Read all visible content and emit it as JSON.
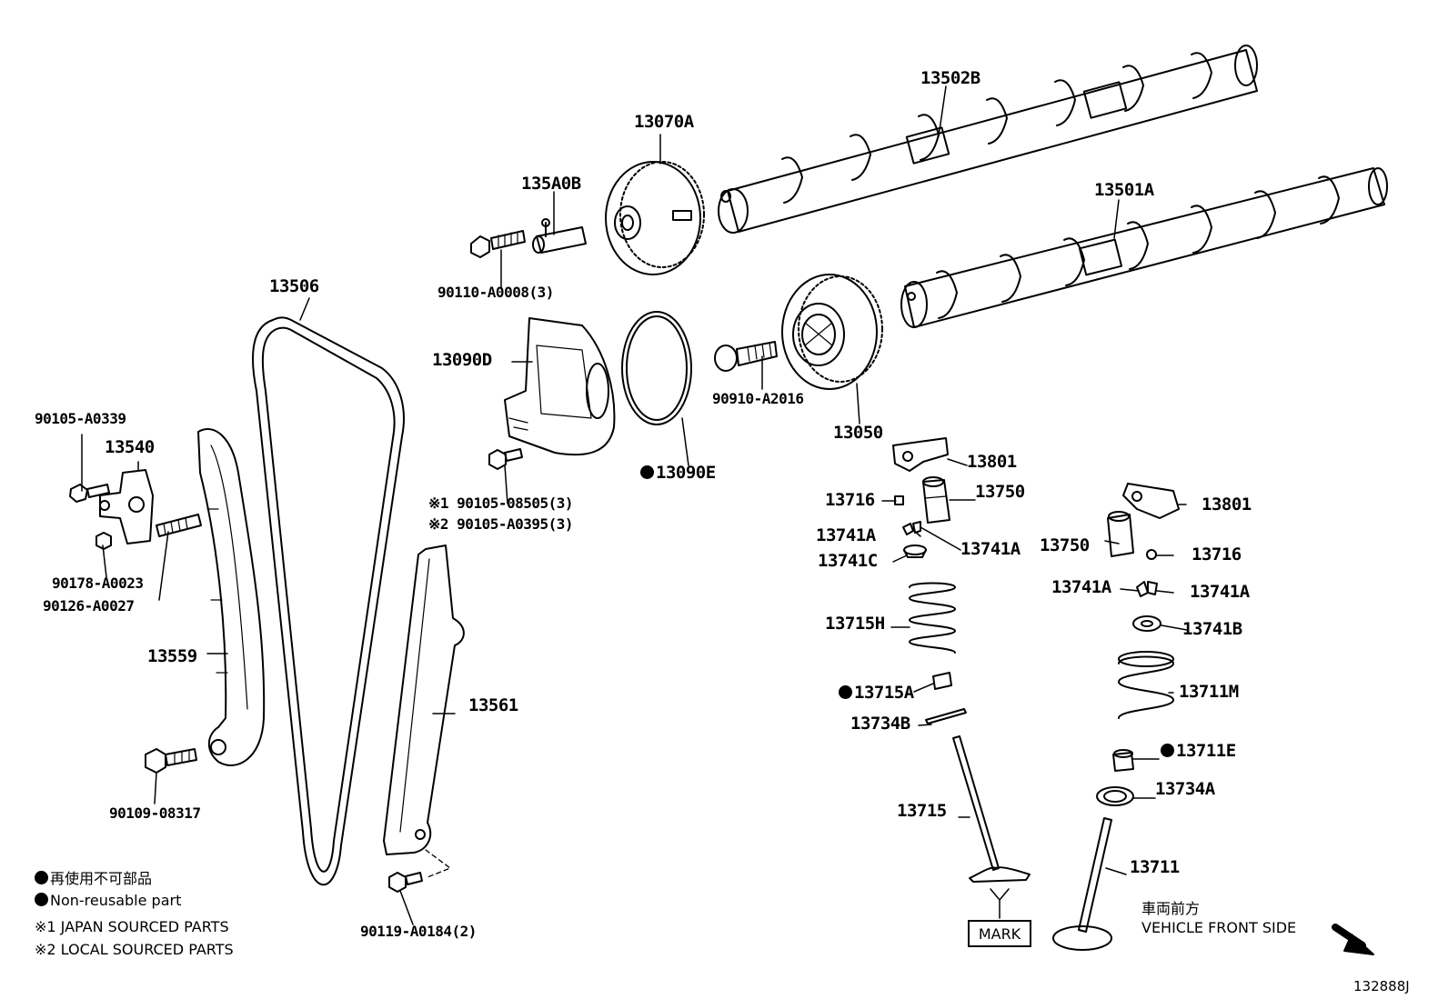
{
  "parts": {
    "p13502B": "13502B",
    "p13070A": "13070A",
    "p135A0B": "135A0B",
    "p13501A": "13501A",
    "p90110": "90110-A0008(3)",
    "p13506": "13506",
    "p13090D": "13090D",
    "p90910": "90910-A2016",
    "p13050": "13050",
    "p90105_A0339": "90105-A0339",
    "p13540": "13540",
    "p13090E": "13090E",
    "p13801a": "13801",
    "p13716a": "13716",
    "p13750a": "13750",
    "p90105_08505": "※1 90105-08505(3)",
    "p90105_A0395": "※2 90105-A0395(3)",
    "p13741A_1": "13741A",
    "p13741A_2": "13741A",
    "p13741C": "13741C",
    "p13801b": "13801",
    "p13750b": "13750",
    "p13716b": "13716",
    "p90178": "90178-A0023",
    "p90126": "90126-A0027",
    "p13741A_3": "13741A",
    "p13741A_4": "13741A",
    "p13741B": "13741B",
    "p13715H": "13715H",
    "p13559": "13559",
    "p13561": "13561",
    "p13715A": "13715A",
    "p13711M": "13711M",
    "p13734B": "13734B",
    "p13711E": "13711E",
    "p13734A": "13734A",
    "p90109": "90109-08317",
    "p13715": "13715",
    "p13711": "13711",
    "p90119": "90119-A0184(2)"
  },
  "legend": {
    "non_reusable_jp": "再使用不可部品",
    "non_reusable_en": "Non-reusable part",
    "japan_sourced": "※1 JAPAN SOURCED PARTS",
    "local_sourced": "※2 LOCAL SOURCED PARTS"
  },
  "mark_label": "MARK",
  "front_jp": "車両前方",
  "front_en": "VEHICLE FRONT SIDE",
  "figure_id": "132888J"
}
